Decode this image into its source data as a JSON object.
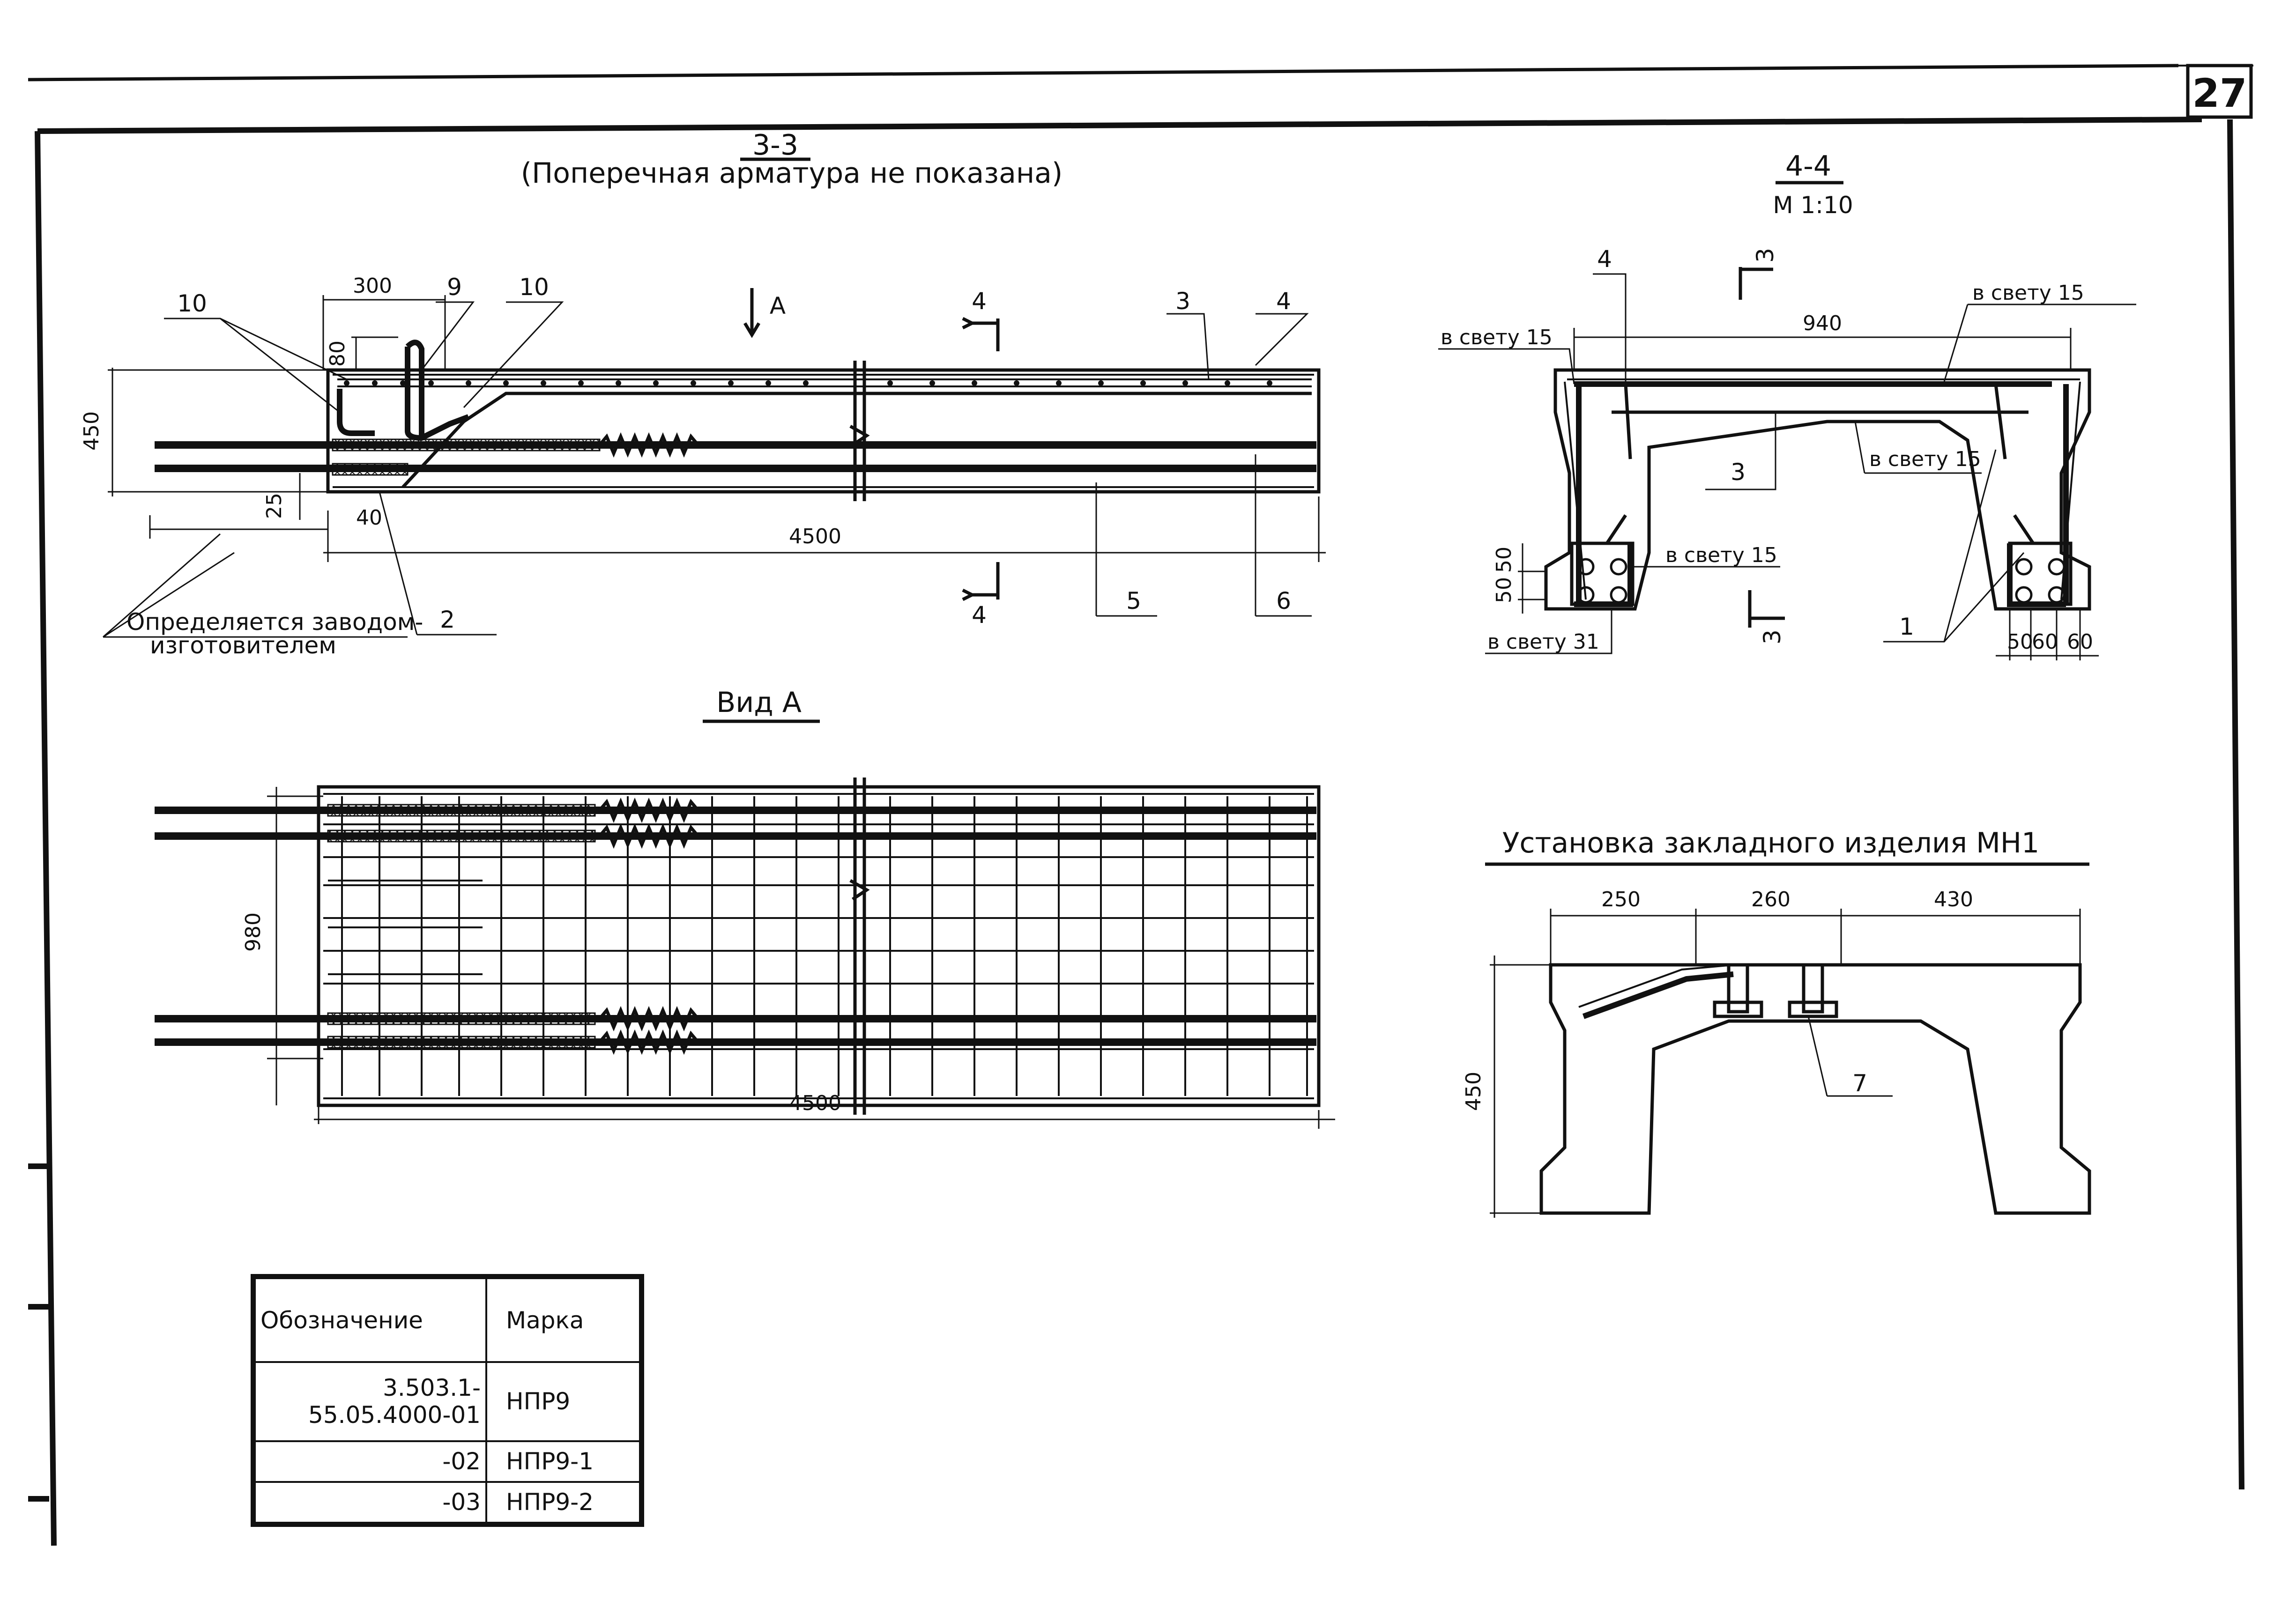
{
  "sheet": {
    "number": "27"
  },
  "section_3_3": {
    "title": "3-3",
    "note": "(Поперечная арматура не показана)",
    "dims": {
      "w300": "300",
      "h80": "80",
      "h450": "450",
      "h25": "25",
      "w40": "40",
      "len4500": "4500"
    },
    "callouts": [
      "10",
      "9",
      "10",
      "3",
      "4",
      "5",
      "6",
      "2",
      "4",
      "4"
    ],
    "view_mark": "A",
    "note_factory_1": "Определяется заводом-",
    "note_factory_2": "изготовителем"
  },
  "view_a": {
    "title": "Вид А",
    "dims": {
      "h980": "980",
      "len4500": "4500"
    }
  },
  "section_4_4": {
    "title": "4-4",
    "scale": "М 1:10",
    "section_mark": "3",
    "dims": {
      "w940": "940",
      "d50a": "50",
      "d50b": "50",
      "d50c": "50",
      "d60a": "60",
      "d60b": "60"
    },
    "clear_labels": [
      "в свету 15",
      "в свету 15",
      "в свету 15",
      "в свету 15",
      "в свету 31"
    ],
    "callouts": [
      "4",
      "3",
      "1"
    ]
  },
  "embed_mn1": {
    "title": "Установка закладного изделия МН1",
    "dims": {
      "w250": "250",
      "w260": "260",
      "w430": "430",
      "h450": "450"
    },
    "callout": "7"
  },
  "spec_table": {
    "headers": [
      "Обозначение",
      "Марка"
    ],
    "rows": [
      [
        "3.503.1-55.05.4000-01",
        "НПР9"
      ],
      [
        "-02",
        "НПР9-1"
      ],
      [
        "-03",
        "НПР9-2"
      ]
    ]
  }
}
